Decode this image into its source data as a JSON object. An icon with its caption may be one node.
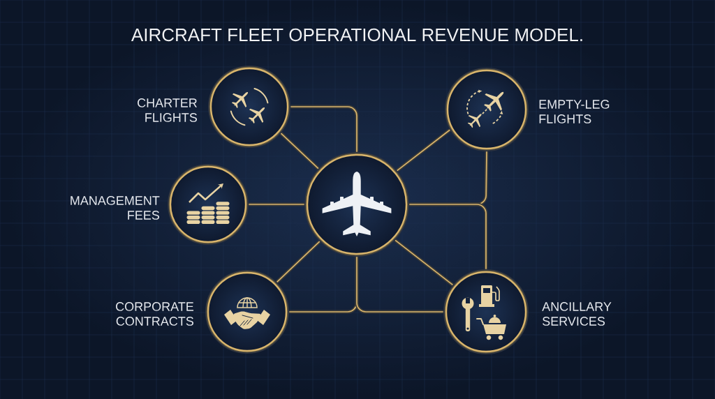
{
  "diagram": {
    "title": "AIRCRAFT FLEET OPERATIONAL REVENUE MODEL.",
    "nodes": [
      {
        "text": [
          "CHARTER FLIGHTS"
        ]
      },
      {
        "text": [
          "EMPTY-LEG FLIGHTS"
        ]
      },
      {
        "text": [
          "MANAGEMENT FEES"
        ]
      },
      {
        "text": [],
        "shape": "circle"
      },
      {
        "text": [
          "CORPORATE CONTRACTS"
        ]
      },
      {
        "text": [
          "ANCILLARY SERVICES"
        ]
      }
    ],
    "edges": [
      {
        "from": 3,
        "to": 0,
        "arrow": "none"
      },
      {
        "from": 3,
        "to": 0,
        "arrow": "none"
      },
      {
        "from": 3,
        "to": 1,
        "arrow": "none"
      },
      {
        "from": 3,
        "to": 1,
        "arrow": "none"
      },
      {
        "from": 3,
        "to": 2,
        "arrow": "none"
      },
      {
        "from": 3,
        "to": 5,
        "arrow": "none"
      },
      {
        "from": 3,
        "to": 5,
        "arrow": "none"
      },
      {
        "from": 3,
        "to": 4,
        "arrow": "none"
      },
      {
        "from": 3,
        "to": 4,
        "arrow": "none"
      },
      {
        "from": 3,
        "to": 5,
        "arrow": "none"
      }
    ]
  }
}
